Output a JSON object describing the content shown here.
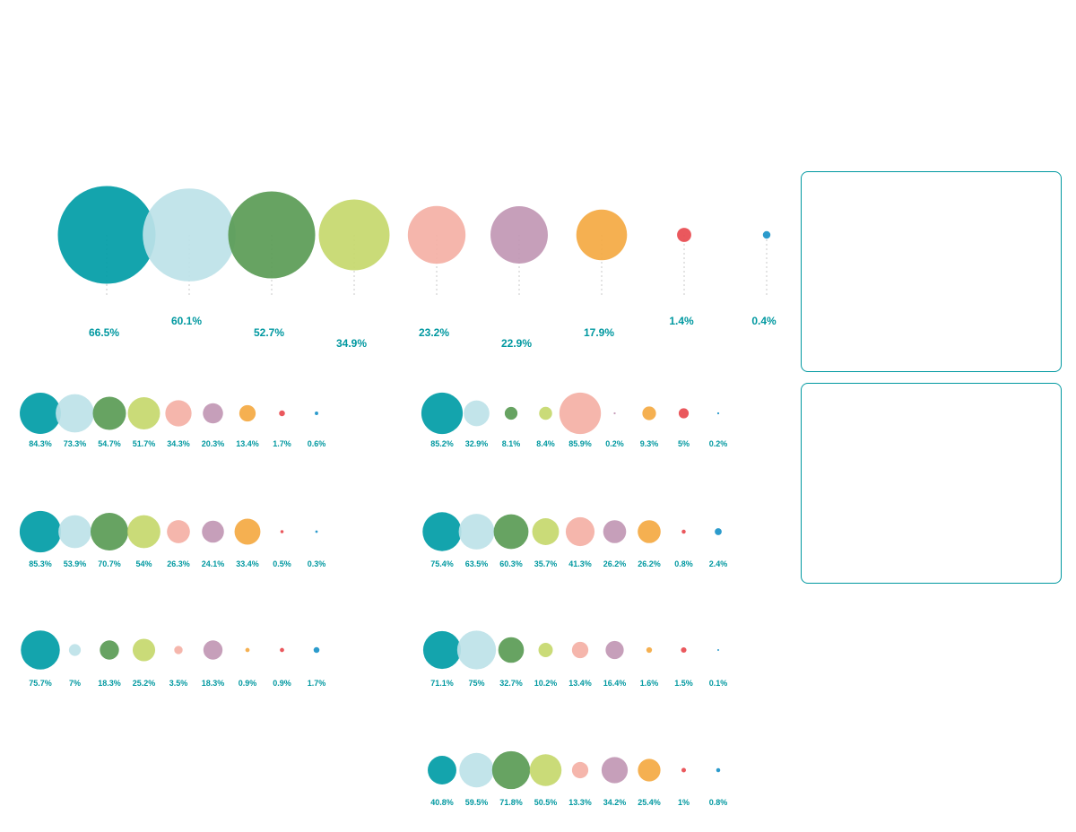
{
  "colors": {
    "accent": "#0098a0",
    "series": [
      "#009ca6",
      "#bde2e8",
      "#5a9b55",
      "#c5d86d",
      "#f4b0a5",
      "#c197b4",
      "#f4a942",
      "#e84a4f",
      "#1a93c8"
    ]
  },
  "chart_data": [
    {
      "type": "bubble",
      "group": "main",
      "values": [
        66.5,
        60.1,
        52.7,
        34.9,
        23.2,
        22.9,
        17.9,
        1.4,
        0.4
      ],
      "labels": [
        "66.5%",
        "60.1%",
        "52.7%",
        "34.9%",
        "23.2%",
        "22.9%",
        "17.9%",
        "1.4%",
        "0.4%"
      ]
    },
    {
      "type": "bubble",
      "group": "left-1",
      "values": [
        84.3,
        73.3,
        54.7,
        51.7,
        34.3,
        20.3,
        13.4,
        1.7,
        0.6
      ],
      "labels": [
        "84.3%",
        "73.3%",
        "54.7%",
        "51.7%",
        "34.3%",
        "20.3%",
        "13.4%",
        "1.7%",
        "0.6%"
      ]
    },
    {
      "type": "bubble",
      "group": "left-2",
      "values": [
        85.3,
        53.9,
        70.7,
        54,
        26.3,
        24.1,
        33.4,
        0.5,
        0.3
      ],
      "labels": [
        "85.3%",
        "53.9%",
        "70.7%",
        "54%",
        "26.3%",
        "24.1%",
        "33.4%",
        "0.5%",
        "0.3%"
      ]
    },
    {
      "type": "bubble",
      "group": "left-3",
      "values": [
        75.7,
        7,
        18.3,
        25.2,
        3.5,
        18.3,
        0.9,
        0.9,
        1.7
      ],
      "labels": [
        "75.7%",
        "7%",
        "18.3%",
        "25.2%",
        "3.5%",
        "18.3%",
        "0.9%",
        "0.9%",
        "1.7%"
      ]
    },
    {
      "type": "bubble",
      "group": "right-1",
      "values": [
        85.2,
        32.9,
        8.1,
        8.4,
        85.9,
        0.2,
        9.3,
        5,
        0.2
      ],
      "labels": [
        "85.2%",
        "32.9%",
        "8.1%",
        "8.4%",
        "85.9%",
        "0.2%",
        "9.3%",
        "5%",
        "0.2%"
      ]
    },
    {
      "type": "bubble",
      "group": "right-2",
      "values": [
        75.4,
        63.5,
        60.3,
        35.7,
        41.3,
        26.2,
        26.2,
        0.8,
        2.4
      ],
      "labels": [
        "75.4%",
        "63.5%",
        "60.3%",
        "35.7%",
        "41.3%",
        "26.2%",
        "26.2%",
        "0.8%",
        "2.4%"
      ]
    },
    {
      "type": "bubble",
      "group": "right-3",
      "values": [
        71.1,
        75,
        32.7,
        10.2,
        13.4,
        16.4,
        1.6,
        1.5,
        0.1
      ],
      "labels": [
        "71.1%",
        "75%",
        "32.7%",
        "10.2%",
        "13.4%",
        "16.4%",
        "1.6%",
        "1.5%",
        "0.1%"
      ]
    },
    {
      "type": "bubble",
      "group": "right-4",
      "values": [
        40.8,
        59.5,
        71.8,
        50.5,
        13.3,
        34.2,
        25.4,
        1,
        0.8
      ],
      "labels": [
        "40.8%",
        "59.5%",
        "71.8%",
        "50.5%",
        "13.3%",
        "34.2%",
        "25.4%",
        "1%",
        "0.8%"
      ]
    }
  ]
}
